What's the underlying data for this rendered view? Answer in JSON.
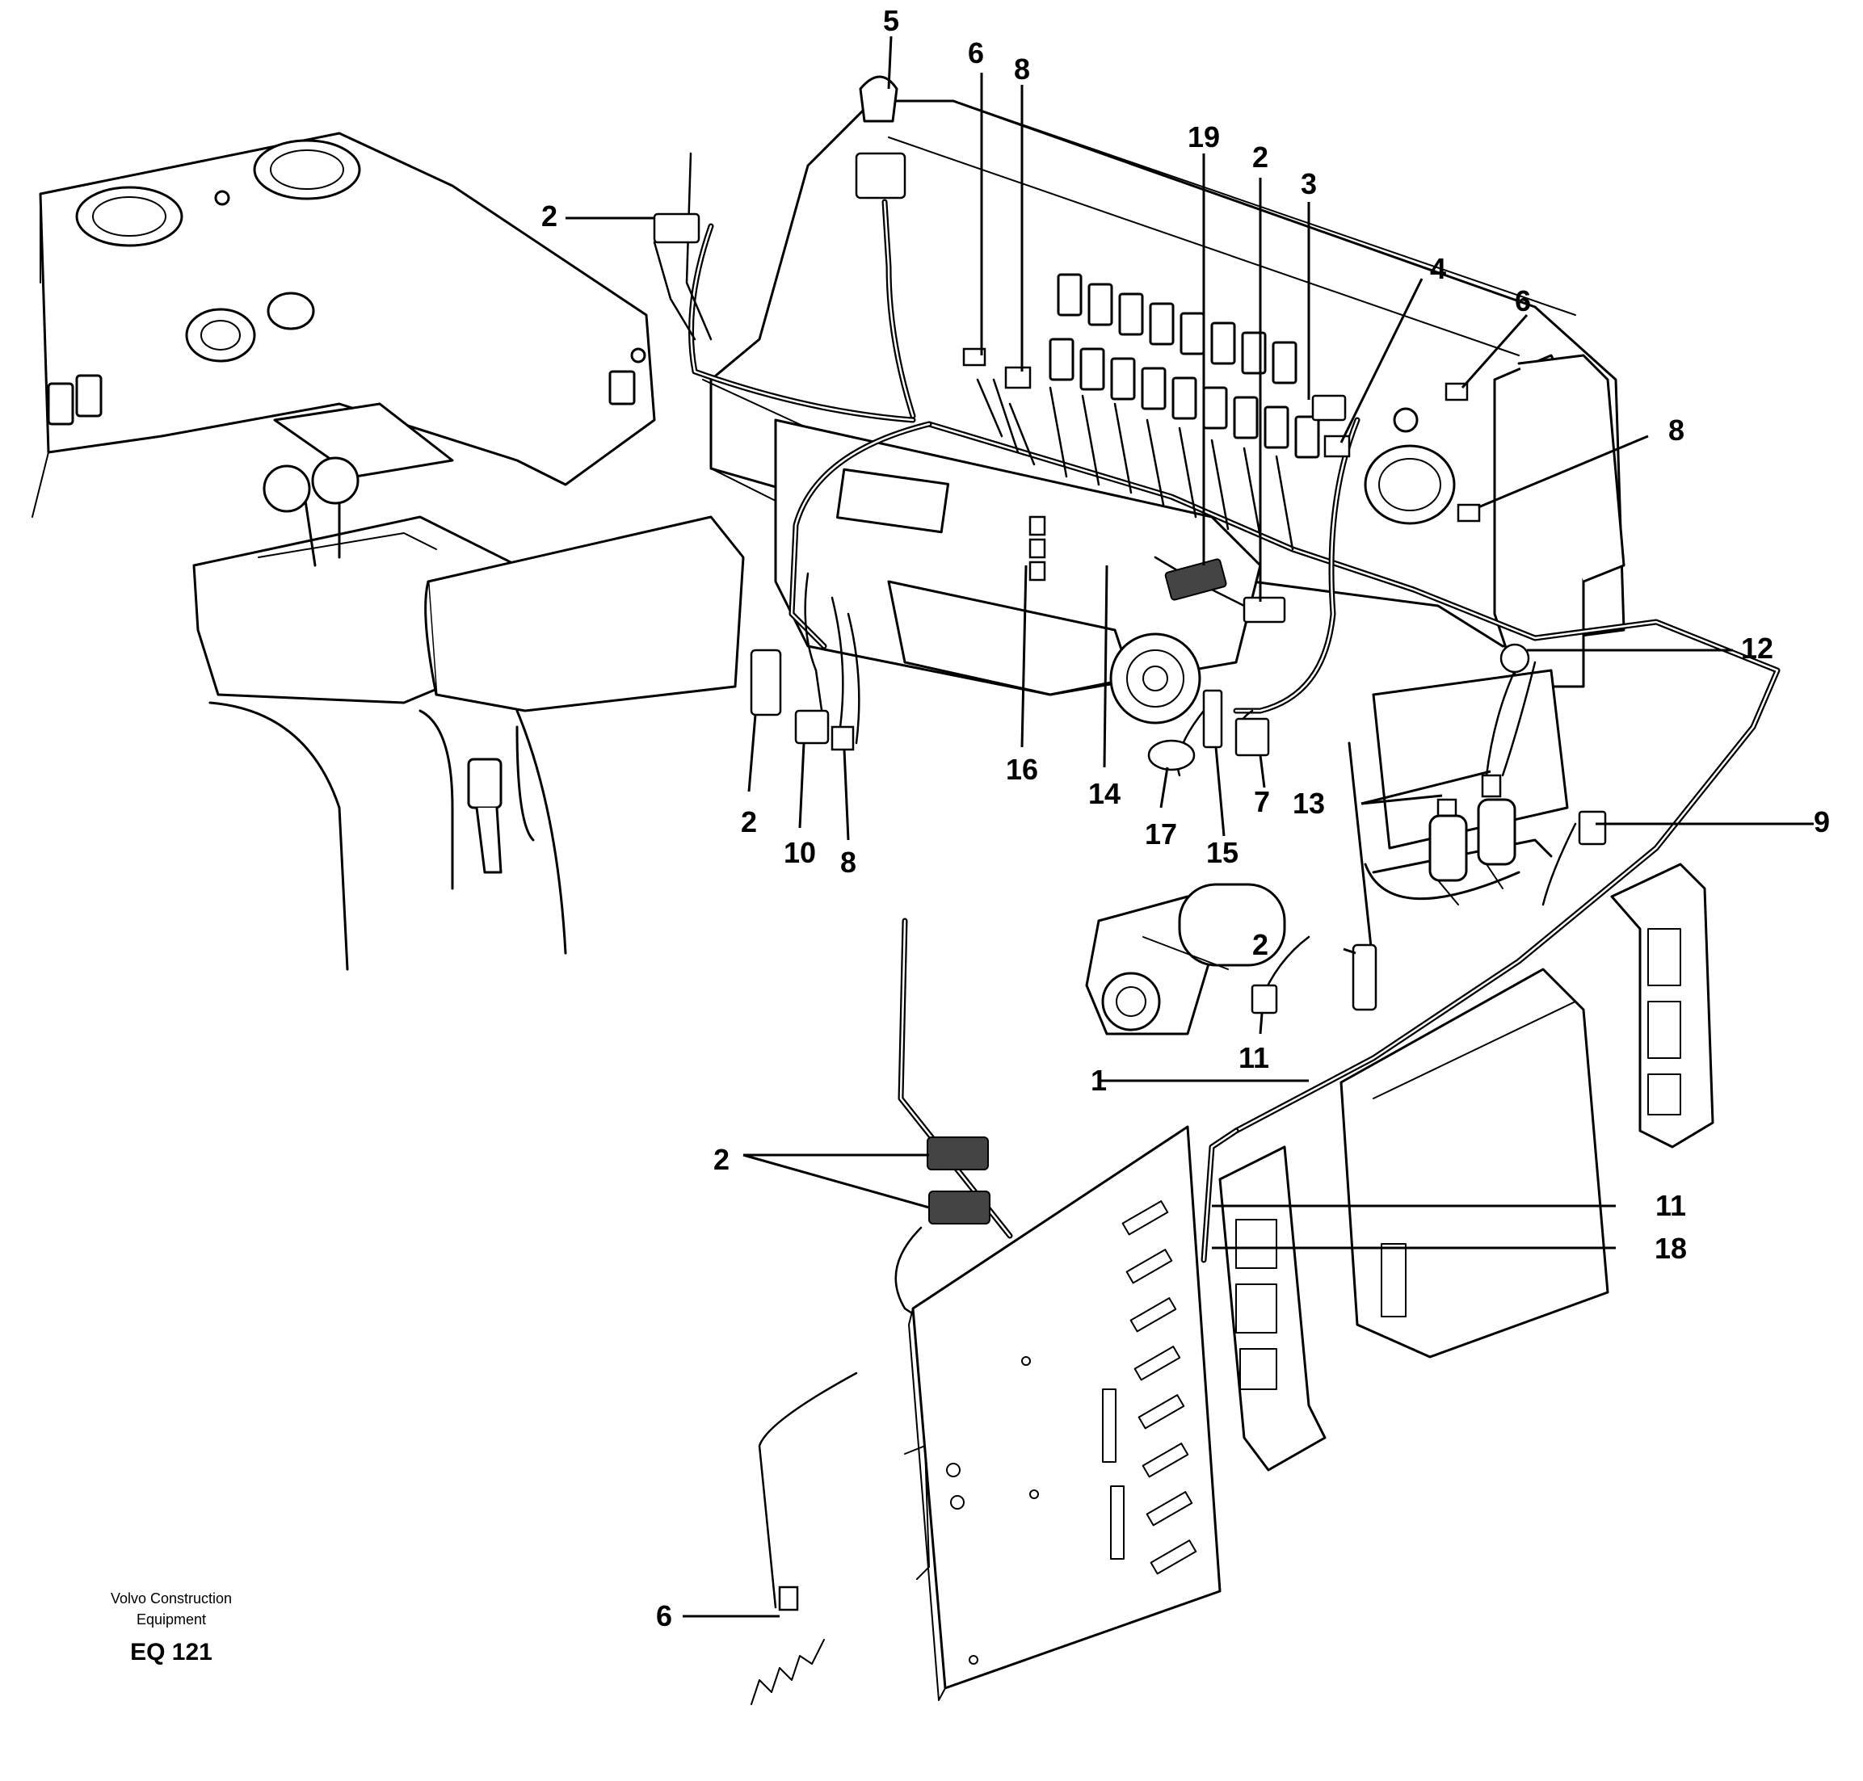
{
  "credit": {
    "line1": "Volvo Construction",
    "line2": "Equipment",
    "code": "EQ 121"
  },
  "callouts": [
    "5",
    "6",
    "8",
    "19",
    "2",
    "3",
    "2",
    "4",
    "6",
    "8",
    "12",
    "13",
    "9",
    "2",
    "10",
    "8",
    "16",
    "14",
    "17",
    "15",
    "7",
    "2",
    "11",
    "1",
    "2",
    "11",
    "18",
    "6"
  ]
}
